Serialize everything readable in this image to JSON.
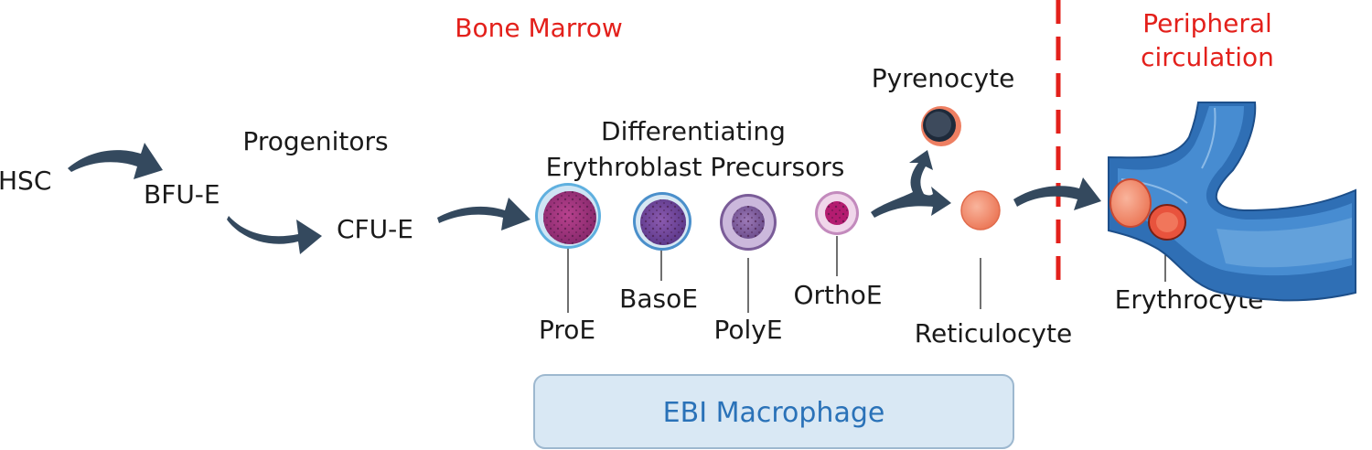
{
  "regions": {
    "bone_marrow": "Bone Marrow",
    "peripheral_line1": "Peripheral",
    "peripheral_line2": "circulation"
  },
  "headings": {
    "progenitors": "Progenitors",
    "precursors_line1": "Differentiating",
    "precursors_line2": "Erythroblast Precursors"
  },
  "stages": {
    "hsc": "HSC",
    "bfu_e": "BFU-E",
    "cfu_e": "CFU-E",
    "pro_e": "ProE",
    "baso_e": "BasoE",
    "poly_e": "PolyE",
    "ortho_e": "OrthoE",
    "pyrenocyte": "Pyrenocyte",
    "reticulocyte": "Reticulocyte",
    "erythrocyte": "Erythrocyte"
  },
  "macrophage": "EBI Macrophage",
  "colors": {
    "label_red": "#e3201b",
    "arrow": "#34495e",
    "vessel": "#2f6fb5",
    "macrophage_fill": "#d9e8f4",
    "macrophage_text": "#2a72b8",
    "rbc": "#f08a6c"
  }
}
